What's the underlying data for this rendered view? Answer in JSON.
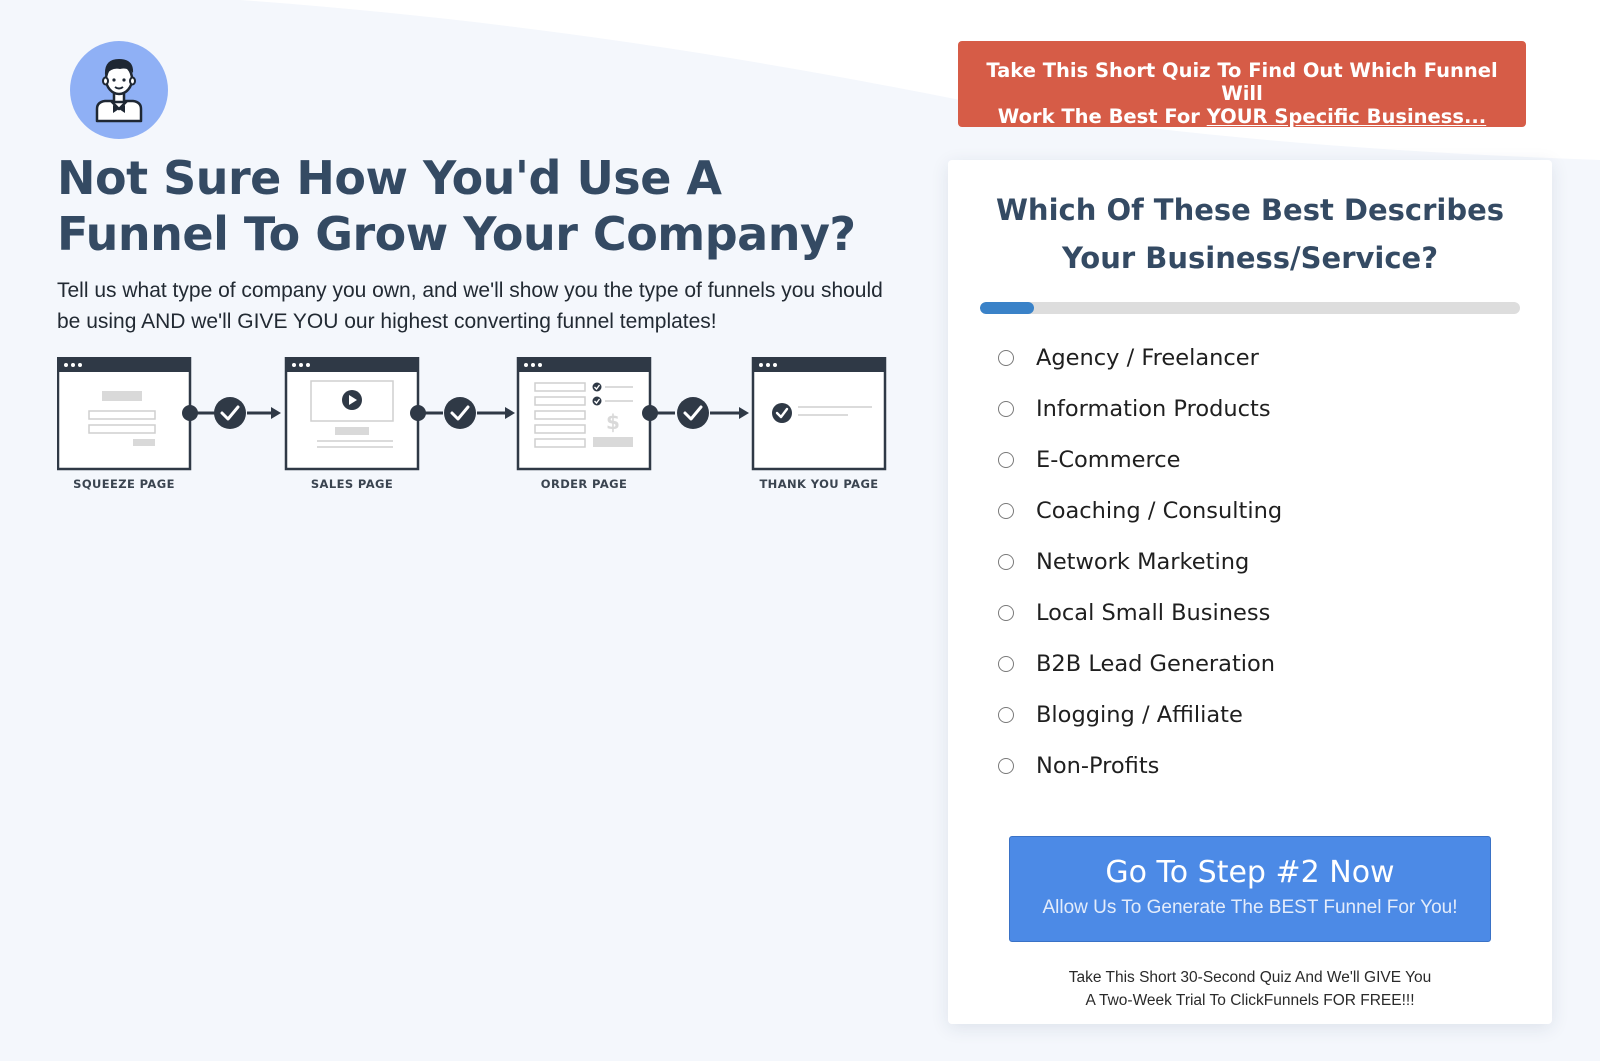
{
  "colors": {
    "page_background": "#f4f7fc",
    "headline": "#344a63",
    "banner": "#d65c47",
    "button": "#4c8ae6",
    "progress": "#3a82c8",
    "avatar_circle": "#8fb0f5"
  },
  "hero": {
    "avatar_icon": "person-avatar-icon",
    "headline": "Not Sure How You'd Use A Funnel To Grow Your Company?",
    "subtext": "Tell us what type of company you own, and we'll show you the type of funnels you should be using AND we'll GIVE YOU our highest converting funnel templates!"
  },
  "funnel_steps": [
    {
      "label": "SQUEEZE PAGE",
      "icon": "squeeze-page-icon"
    },
    {
      "label": "SALES PAGE",
      "icon": "sales-page-icon"
    },
    {
      "label": "ORDER PAGE",
      "icon": "order-page-icon"
    },
    {
      "label": "THANK YOU PAGE",
      "icon": "thank-you-page-icon"
    }
  ],
  "banner": {
    "line1": "Take This Short Quiz To Find Out Which Funnel Will",
    "line2_prefix": "Work The Best For ",
    "line2_link": "YOUR Specific Business",
    "line2_suffix": "..."
  },
  "quiz": {
    "question": "Which Of These Best Describes Your Business/Service?",
    "progress": 0.1,
    "options": [
      "Agency / Freelancer",
      "Information Products",
      "E-Commerce",
      "Coaching / Consulting",
      "Network Marketing",
      "Local Small Business",
      "B2B Lead Generation",
      "Blogging / Affiliate",
      "Non-Profits"
    ],
    "button_label": "Go To Step #2 Now",
    "button_sublabel": "Allow Us To Generate The BEST Funnel For You!",
    "footnote_line1": "Take This Short 30-Second Quiz And We'll GIVE You",
    "footnote_line2": "A Two-Week Trial To ClickFunnels FOR FREE!!!"
  }
}
